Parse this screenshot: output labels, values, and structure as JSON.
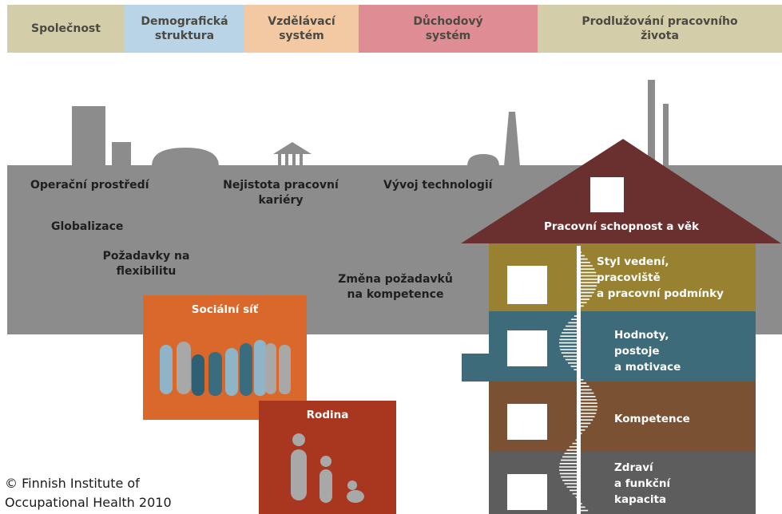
{
  "header": {
    "items": [
      {
        "label": "Společnost",
        "color": "#d3cdaa"
      },
      {
        "label": "Demografická\nstruktura",
        "color": "#b9d3e7"
      },
      {
        "label": "Vzdělávací\nsystém",
        "color": "#f3c9a3"
      },
      {
        "label": "Důchodový\nsystém",
        "color": "#df8d94"
      },
      {
        "label": "Prodlužování pracovního\nživota",
        "color": "#d3cdaa"
      }
    ]
  },
  "environment": {
    "operating": "Operační prostředí",
    "insecurity": "Nejistota pracovní\nkariéry",
    "technology": "Vývoj technologií",
    "globalization": "Globalizace",
    "flexibility": "Požadavky na\nflexibilitu",
    "competence_change": "Změna požadavků\nna kompetence"
  },
  "social": {
    "title": "Sociální síť",
    "color": "#d9682a"
  },
  "family": {
    "title": "Rodina",
    "color": "#a9361e"
  },
  "house": {
    "roof": "Pracovní schopnost a věk",
    "floors": [
      {
        "label": "Styl vedení,\npracoviště\na pracovní podmínky",
        "color": "#998132"
      },
      {
        "label": "Hodnoty,\npostoje\na motivace",
        "color": "#3d6b79"
      },
      {
        "label": "Kompetence",
        "color": "#7a5233"
      },
      {
        "label": "Zdraví\na funkční\nkapacita",
        "color": "#5d5d5d"
      }
    ],
    "roof_color": "#6a2f2f"
  },
  "copyright": "© Finnish Institute of\nOccupational Health 2010"
}
